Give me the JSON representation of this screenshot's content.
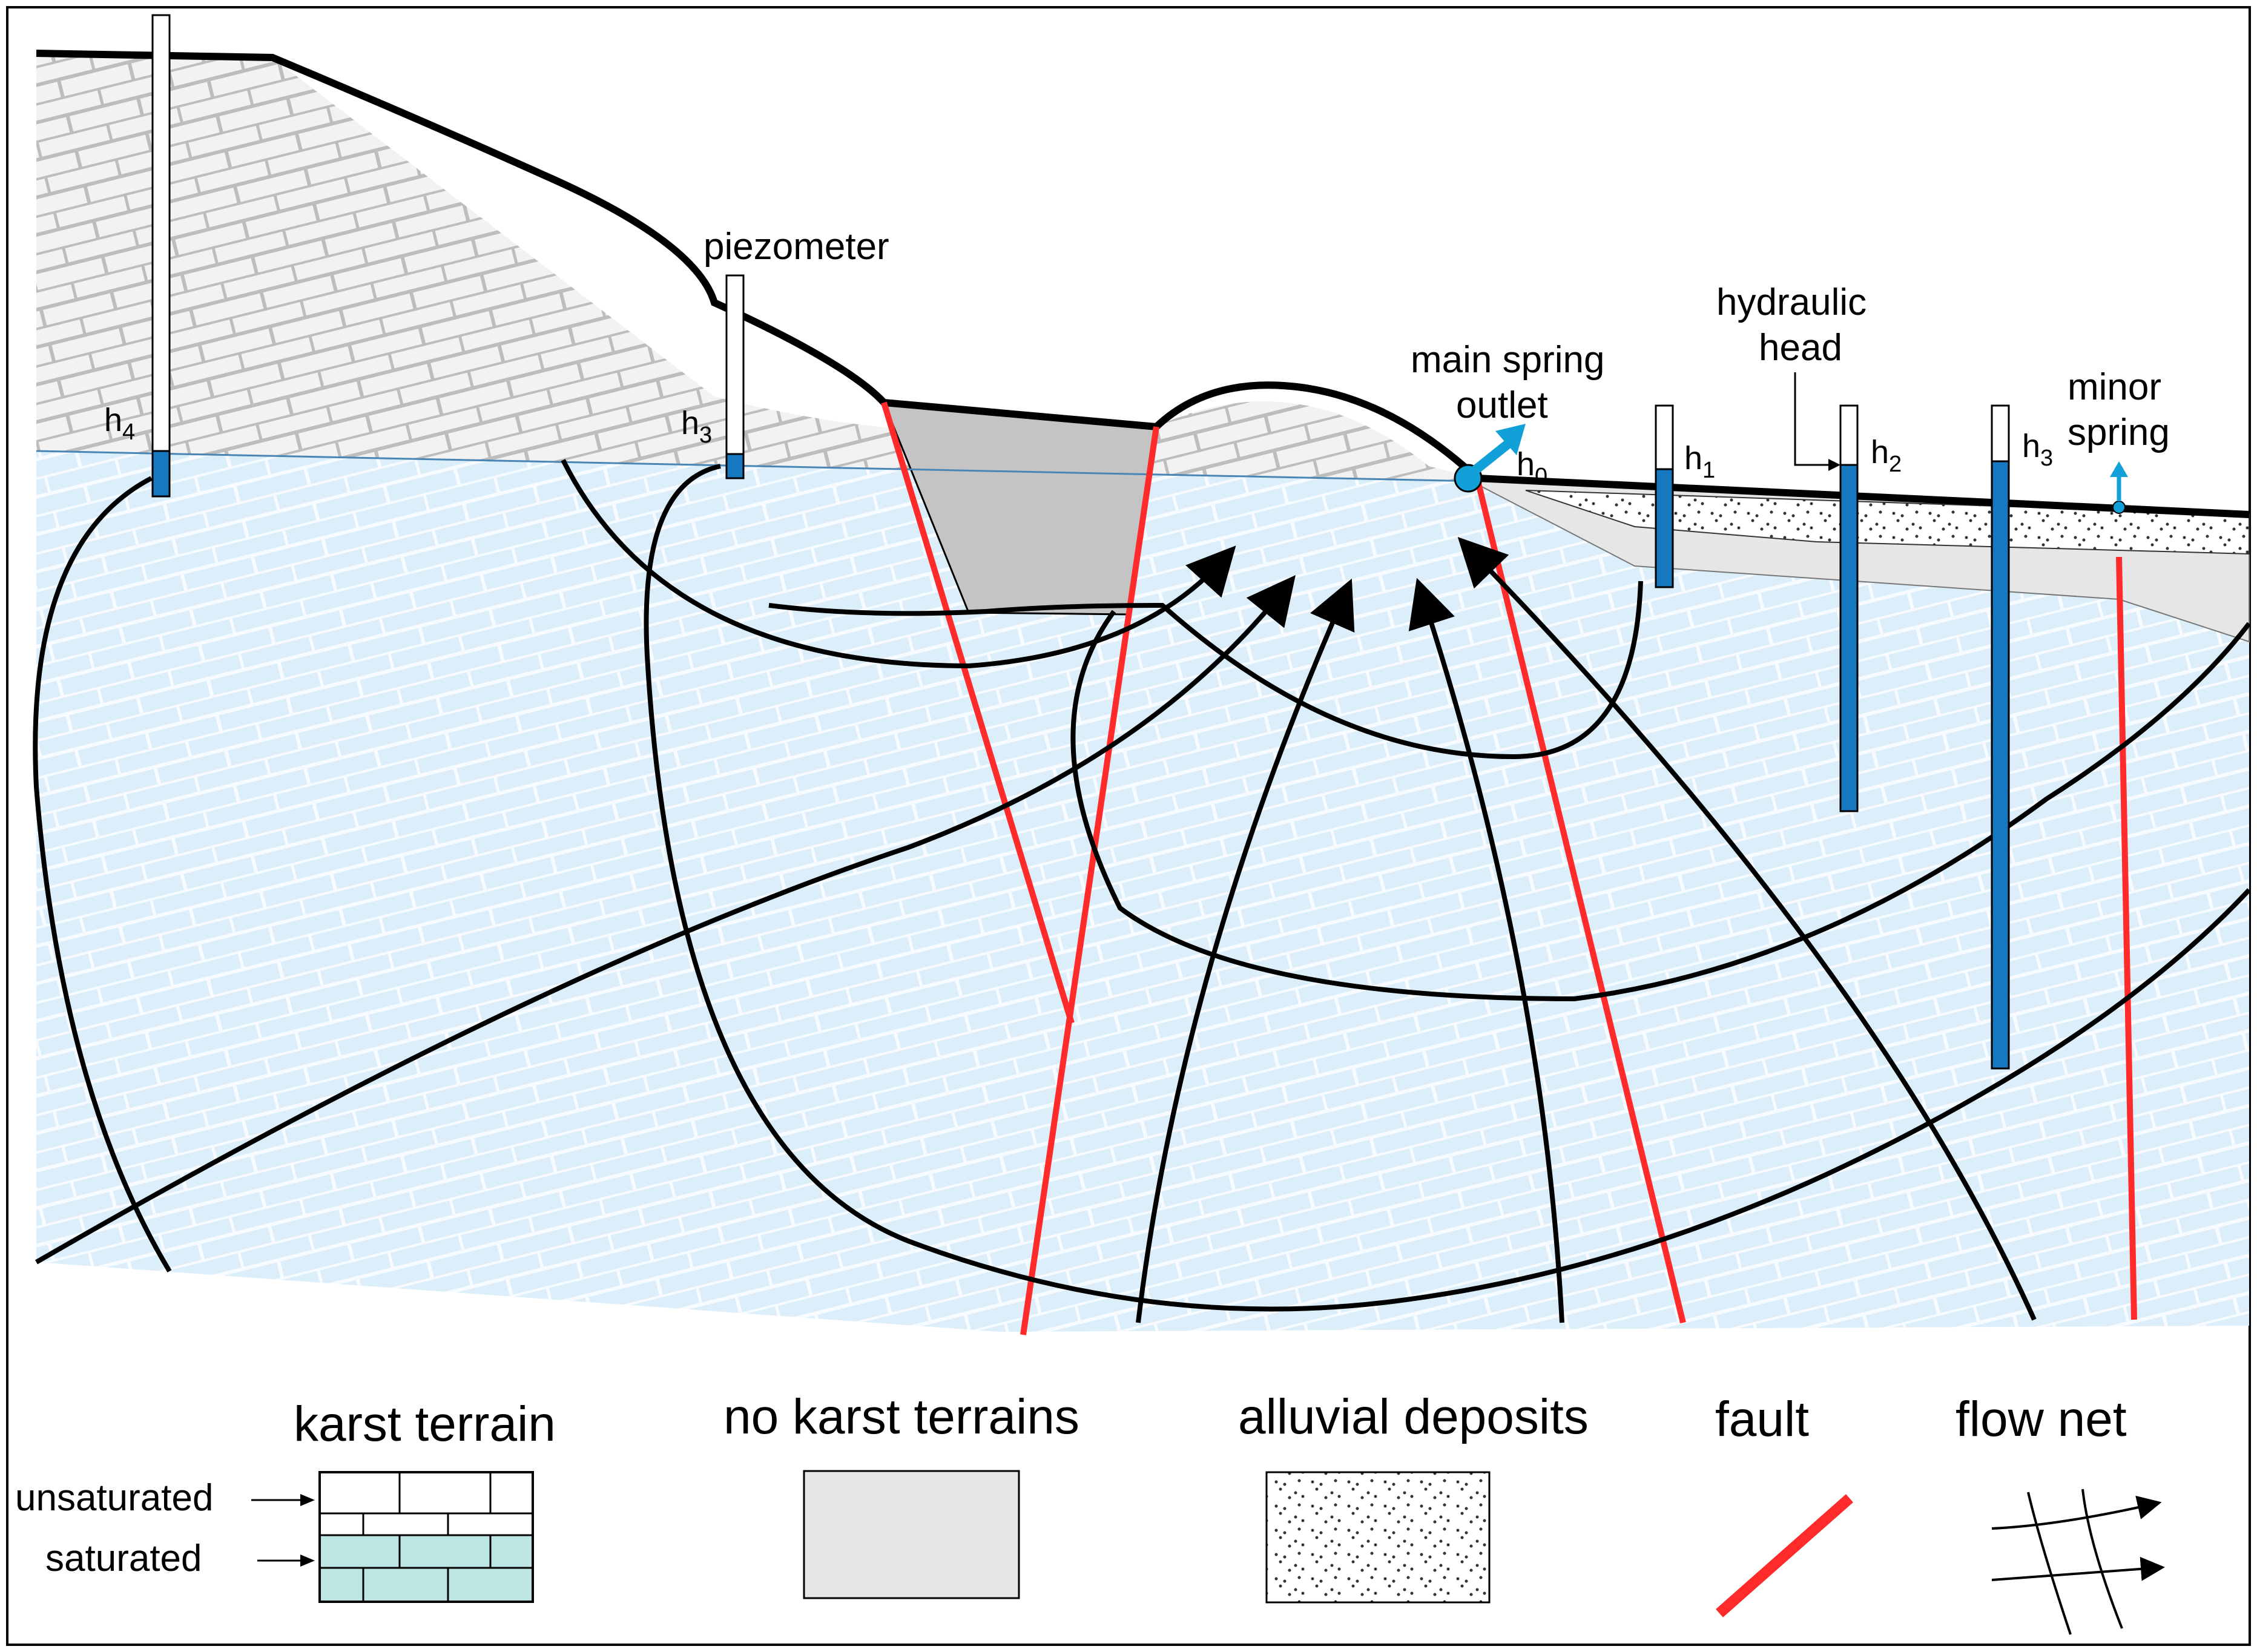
{
  "labels": {
    "piezometer": "piezometer",
    "hydraulic_head_line1": "hydraulic",
    "hydraulic_head_line2": "head",
    "main_spring_line1": "main spring",
    "main_spring_line2": "outlet",
    "minor_spring_line1": "minor",
    "minor_spring_line2": "spring"
  },
  "heads": [
    {
      "letter": "h",
      "sub": "4"
    },
    {
      "letter": "h",
      "sub": "3"
    },
    {
      "letter": "h",
      "sub": "0"
    },
    {
      "letter": "h",
      "sub": "1"
    },
    {
      "letter": "h",
      "sub": "2"
    },
    {
      "letter": "h",
      "sub": "3"
    }
  ],
  "legend": {
    "karst": "karst terrain",
    "unsaturated": "unsaturated",
    "saturated": "saturated",
    "no_karst": "no karst terrains",
    "alluvial": "alluvial deposits",
    "fault": "fault",
    "flow_net": "flow net"
  },
  "colors": {
    "saturated_fill": "#dbeefa",
    "unsaturated_fill": "#e9e9e9",
    "no_karst_fill": "#c4c4c4",
    "alluvial_fill": "#e6e6e6",
    "fault": "#ff2a2a",
    "water_column": "#1679c0",
    "spring_arrow": "#12a0d8"
  }
}
